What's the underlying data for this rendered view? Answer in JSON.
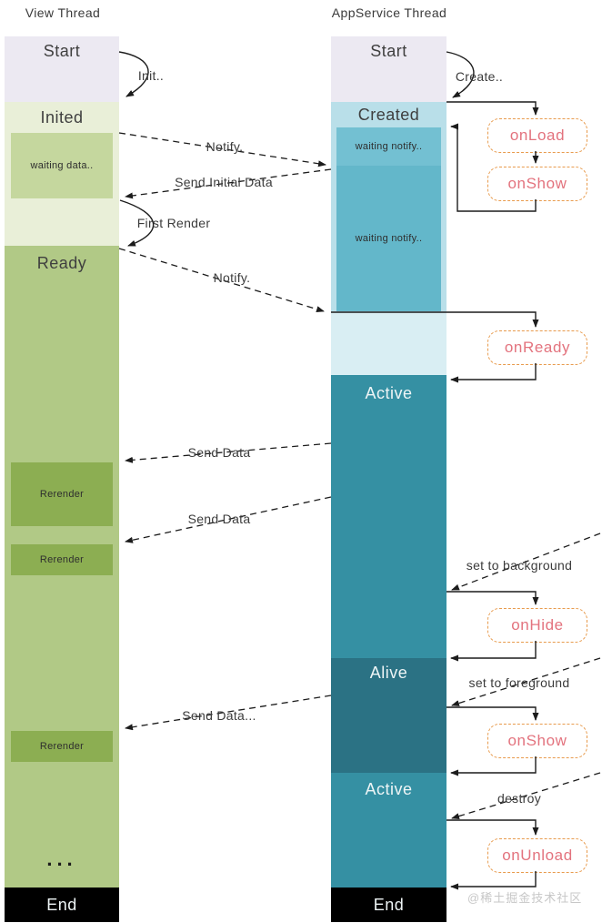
{
  "columns": {
    "view": {
      "title": "View Thread",
      "start": "Start",
      "inited": "Inited",
      "waiting_data": "waiting data..",
      "ready": "Ready",
      "rerender": "Rerender",
      "ellipsis": "...",
      "end": "End"
    },
    "appservice": {
      "title": "AppService Thread",
      "start": "Start",
      "created": "Created",
      "waiting_notify": "waiting notify..",
      "active": "Active",
      "alive": "Alive",
      "end": "End"
    }
  },
  "callbacks": {
    "onload": "onLoad",
    "onshow": "onShow",
    "onready": "onReady",
    "onhide": "onHide",
    "onunload": "onUnload"
  },
  "messages": {
    "init": "Init..",
    "create": "Create..",
    "notify_1": "Notify.",
    "send_initial_data": "Send Initial Data",
    "first_render": "First Render",
    "notify_2": "Notify.",
    "send_data_1": "Send Data",
    "send_data_2": "Send Data",
    "set_to_background": "set to background",
    "onhide_label": "onHide",
    "set_to_foreground": "set to foreground",
    "send_data_3": "Send Data...",
    "destroy": "destroy"
  },
  "watermark": "@稀土掘金技术社区",
  "colors": {
    "start_block": "#ece9f2",
    "inited_bg": "#e9efd8",
    "waiting_data": "#c5d79e",
    "ready": "#b1c986",
    "rerender": "#8cae52",
    "created_bg": "#b9dfe9",
    "waiting_notify_1": "#73c0d2",
    "waiting_notify_2": "#63b7ca",
    "pale_cyan": "#d9eef3",
    "active": "#3590a3",
    "alive": "#2b7284",
    "end_block": "#000000",
    "callback_border": "#e89b4d",
    "callback_text": "#e3737e",
    "arrow": "#1c1c1c"
  }
}
